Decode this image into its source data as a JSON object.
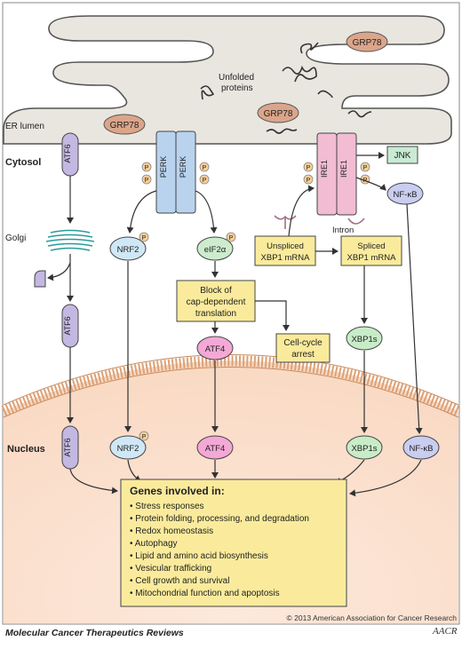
{
  "labels": {
    "er_lumen": "ER lumen",
    "cytosol": "Cytosol",
    "golgi": "Golgi",
    "nucleus": "Nucleus",
    "unfolded": "Unfolded",
    "proteins": "proteins",
    "intron": "Intron"
  },
  "nodes": {
    "grp78": "GRP78",
    "atf6": "ATF6",
    "perk": "PERK",
    "ire1": "IRE1",
    "p": "P",
    "jnk": "JNK",
    "nfkb": "NF-κB",
    "nrf2": "NRF2",
    "eif2a": "eIF2α",
    "atf4": "ATF4",
    "xbp1s": "XBP1s",
    "unspliced_1": "Unspliced",
    "unspliced_2": "XBP1 mRNA",
    "spliced_1": "Spliced",
    "spliced_2": "XBP1 mRNA",
    "block_1": "Block of",
    "block_2": "cap-dependent",
    "block_3": "translation",
    "arrest_1": "Cell-cycle",
    "arrest_2": "arrest"
  },
  "genes": {
    "title": "Genes involved in:",
    "items": [
      "• Stress responses",
      "• Protein folding, processing, and degradation",
      "• Redox homeostasis",
      "• Autophagy",
      "• Lipid and amino acid biosynthesis",
      "• Vesicular trafficking",
      "• Cell growth and survival",
      "• Mitochondrial function and apoptosis"
    ]
  },
  "footer": {
    "copyright": "© 2013 American Association for Cancer Research",
    "journal": "Molecular Cancer Therapeutics Reviews",
    "logo": "AACR"
  },
  "colors": {
    "er_fill": "#e9e6e0",
    "er_stroke": "#555555",
    "nucleus_fill": "#fbe7d9",
    "membrane": "#e2a77c",
    "grp78": "#dba58a",
    "atf6": "#c3b8e2",
    "perk": "#b9d3ee",
    "ire1": "#f2bdd2",
    "p_badge": "#f6cf98",
    "jnk": "#c9ebd4",
    "nfkb": "#c9cdf0",
    "nrf2": "#d0e8f6",
    "eif2a": "#cdeccd",
    "atf4": "#f4a8d6",
    "xbp1s": "#c8ecc8",
    "yellow_box": "#faeb9c",
    "arrow": "#333333"
  }
}
